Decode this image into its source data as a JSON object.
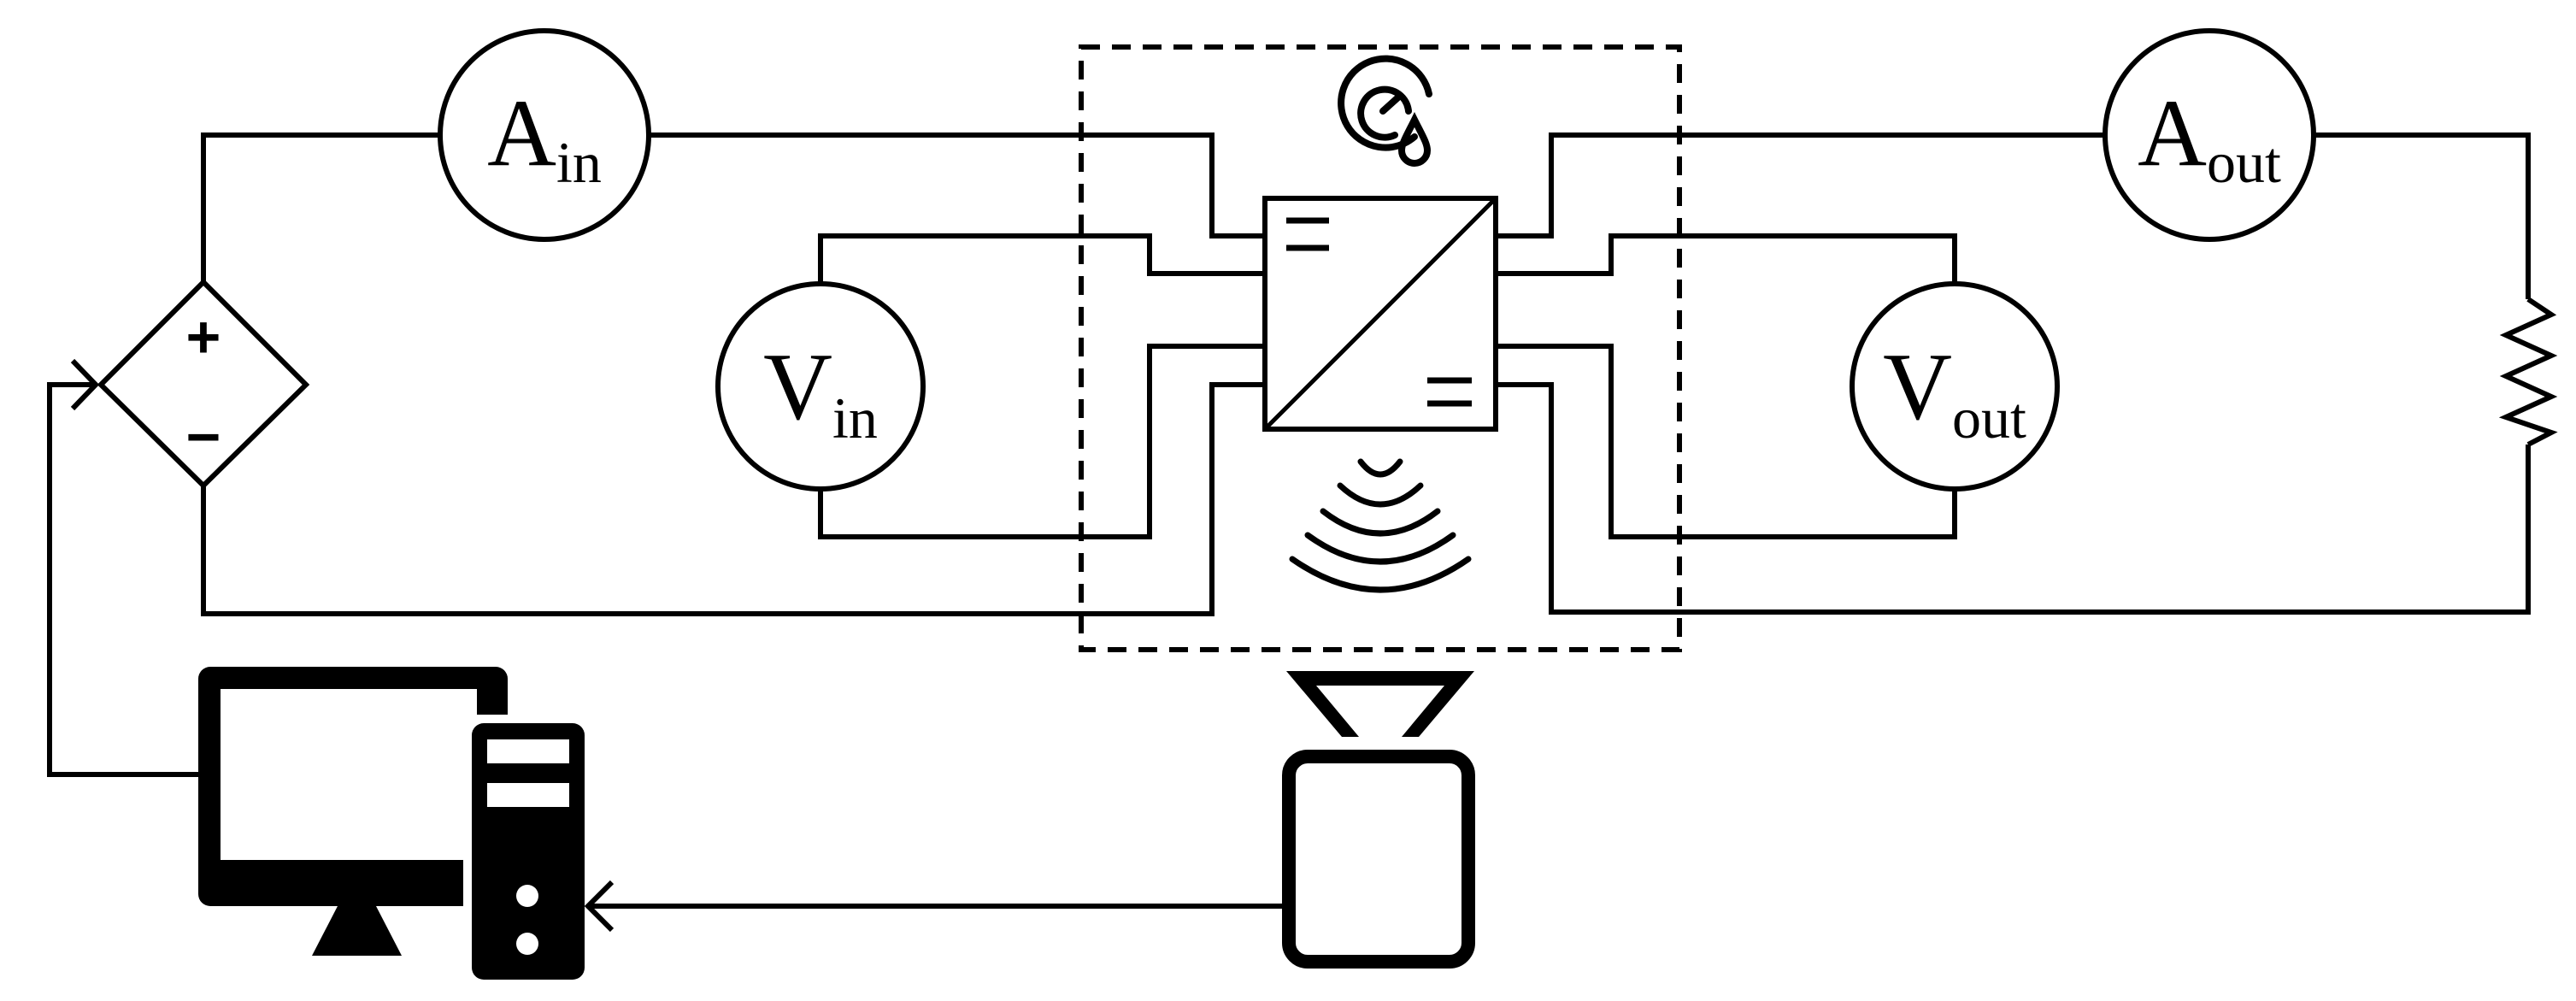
{
  "meters": {
    "ammeter_in": {
      "letter": "A",
      "sub": "in"
    },
    "voltmeter_in": {
      "letter": "V",
      "sub": "in"
    },
    "ammeter_out": {
      "letter": "A",
      "sub": "out"
    },
    "voltmeter_out": {
      "letter": "V",
      "sub": "out"
    }
  },
  "source": {
    "plus": "+",
    "minus": "−"
  },
  "icons": {
    "converter": "dc-dc-converter-icon",
    "environment": "gauge-humidity-icon",
    "signal": "acoustic-waves-icon",
    "microphone": "microphone-sensor-icon",
    "computer": "desktop-computer-icon",
    "load": "resistor-icon"
  }
}
